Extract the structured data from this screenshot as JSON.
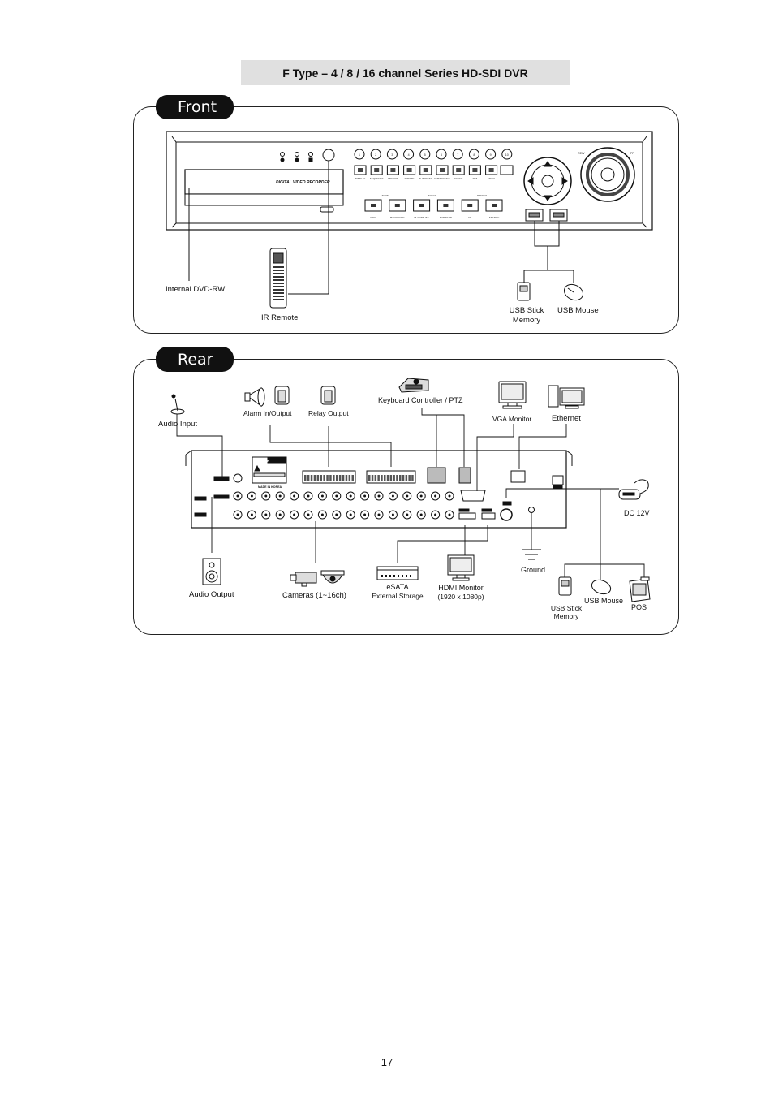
{
  "page_title": "F Type – 4 / 8 / 16 channel Series HD-SDI DVR",
  "page_number": "17",
  "front": {
    "tab_label": "Front",
    "device_name": "DIGITAL VIDEO RECORDER",
    "labels": {
      "dvd": "Internal DVD-RW",
      "ir_remote": "IR Remote",
      "usb_stick_1": "USB Stick",
      "usb_stick_2": "Memory",
      "usb_mouse": "USB Mouse"
    },
    "channel_buttons": [
      "1",
      "2",
      "3",
      "4",
      "5",
      "6",
      "7",
      "8",
      "9",
      "10"
    ],
    "function_buttons": [
      "DISPLAY",
      "SEQUENCE",
      "ARCHIVE",
      "FREEZE",
      "AUDIO/ESC",
      "EMERGENCY",
      "EVENT",
      "PTZ",
      "MENU"
    ],
    "playback_buttons": [
      "REW",
      "BACKWARD",
      "PLAY/PAUSE",
      "FORWARD",
      "FF",
      "SEARCH"
    ],
    "control_labels": [
      "ZOOM",
      "FOCUS",
      "PRESET"
    ],
    "jog_labels": [
      "REW",
      "FF"
    ]
  },
  "rear": {
    "tab_label": "Rear",
    "labels": {
      "audio_input": "Audio Input",
      "alarm": "Alarm In/Output",
      "relay": "Relay Output",
      "keyboard": "Keyboard Controller / PTZ",
      "vga": "VGA Monitor",
      "ethernet": "Ethernet",
      "dc": "DC 12V",
      "audio_output": "Audio Output",
      "cameras": "Cameras (1~16ch)",
      "esata_1": "eSATA",
      "esata_2": "External Storage",
      "hdmi_1": "HDMI Monitor",
      "hdmi_2": "(1920 x 1080p)",
      "ground": "Ground",
      "usb_stick_1": "USB Stick",
      "usb_stick_2": "Memory",
      "usb_mouse": "USB Mouse",
      "pos": "POS"
    },
    "caution_title": "CAUTION",
    "made_in": "MADE IN KOREA"
  }
}
